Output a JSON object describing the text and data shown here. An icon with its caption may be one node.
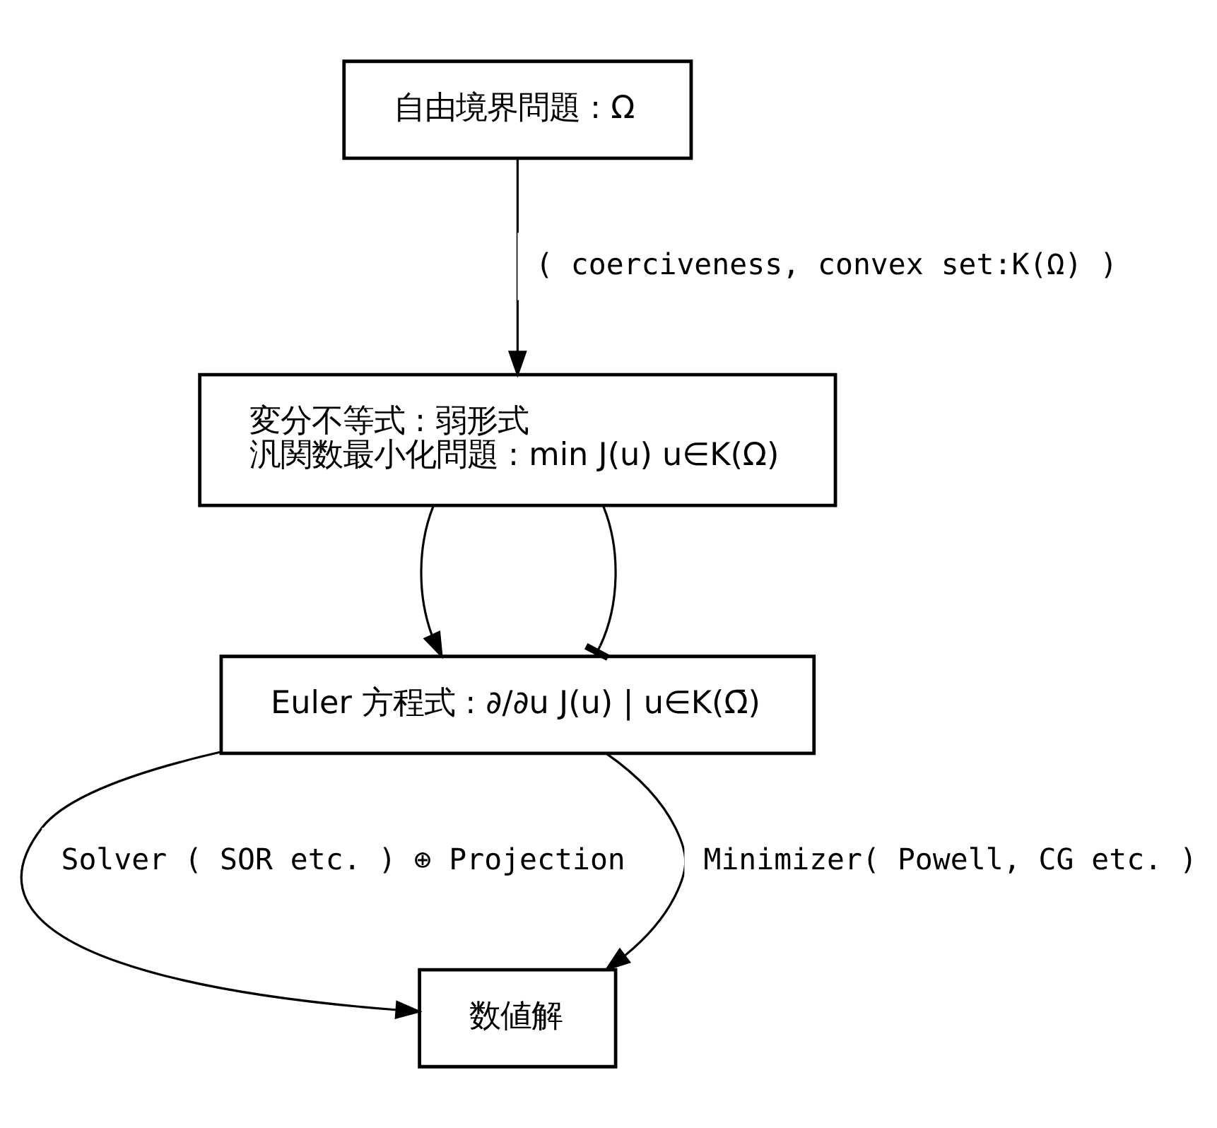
{
  "diagram": {
    "nodes": [
      {
        "text": [
          "自由境界問題 : Ω"
        ]
      },
      {
        "text": [
          "変分不等式 : 弱形式",
          "汎関数最小化問題 : min J(u) u∈K(Ω)"
        ]
      },
      {
        "text": [
          "Euler 方程式 : ∂/∂u J(u) | u∈K(Ω̄)"
        ]
      },
      {
        "text": [
          "数値解"
        ]
      }
    ],
    "edges": [
      {
        "from": 0,
        "to": 1,
        "arrow": "to",
        "label": "( coerciveness, convex set:K(Ω) )"
      },
      {
        "from": 1,
        "to": 2,
        "arrow": "to"
      },
      {
        "from": 1,
        "to": 2,
        "arrow": "other"
      },
      {
        "from": 2,
        "to": 3,
        "arrow": "to",
        "label": "Solver ( SOR etc. ) ⊕ Projection"
      },
      {
        "from": 2,
        "to": 3,
        "arrow": "to",
        "label": "Minimizer( Powell, CG etc. )"
      }
    ]
  }
}
